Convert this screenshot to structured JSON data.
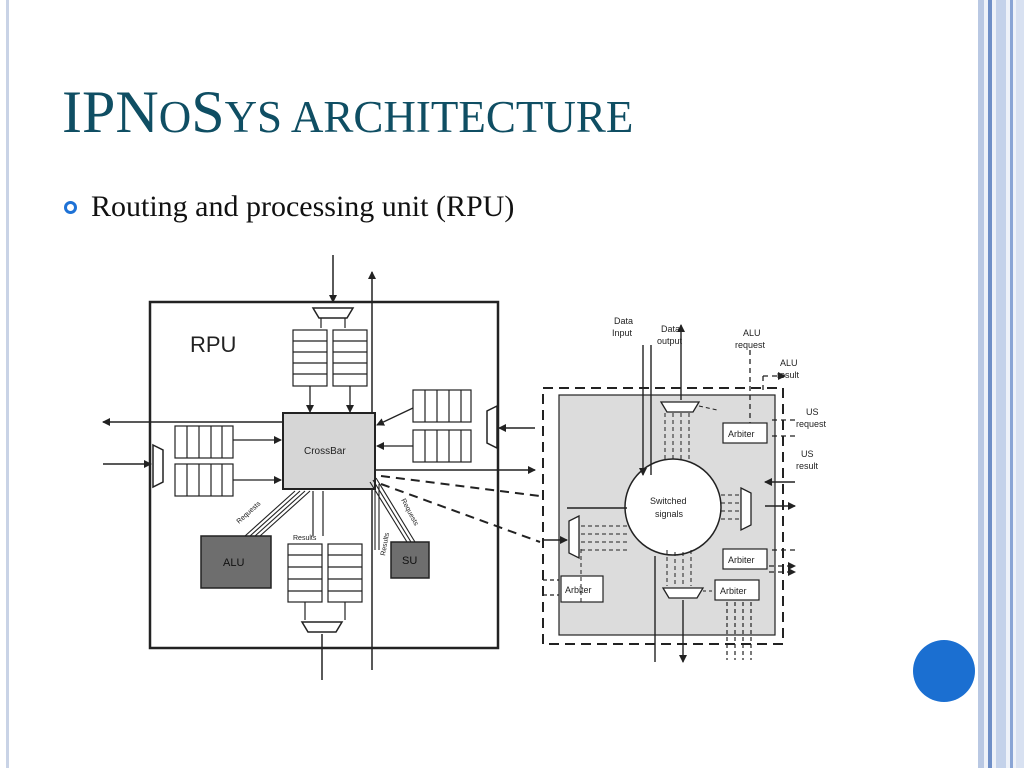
{
  "slide": {
    "title_parts": [
      {
        "text": "IPN",
        "size": "big"
      },
      {
        "text": "O",
        "size": "small"
      },
      {
        "text": "S",
        "size": "big"
      },
      {
        "text": "YS ARCHITECTURE",
        "size": "small"
      }
    ],
    "bullet": "Routing and processing unit (RPU)"
  },
  "diagram": {
    "rpu_label": "RPU",
    "crossbar": "CrossBar",
    "alu": "ALU",
    "su": "SU",
    "requests_left": "Requests",
    "requests_right": "Requests",
    "results_top": "Results",
    "results_side": "Results",
    "switched_1": "Switched",
    "switched_2": "signals",
    "arbiter": "Arbiter",
    "data_input_1": "Data",
    "data_input_2": "Input",
    "data_output_1": "Data",
    "data_output_2": "output",
    "alu_request_1": "ALU",
    "alu_request_2": "request",
    "alu_result_1": "ALU",
    "alu_result_2": "result",
    "us_request_1": "US",
    "us_request_2": "request",
    "us_result_1": "US",
    "us_result_2": "result"
  },
  "colors": {
    "title": "#0f4e63",
    "bullet": "#1e72d6",
    "accent_dot": "#1b6fd1",
    "alu_fill": "#6e6e6e",
    "panel_fill": "#dcdcdc"
  }
}
